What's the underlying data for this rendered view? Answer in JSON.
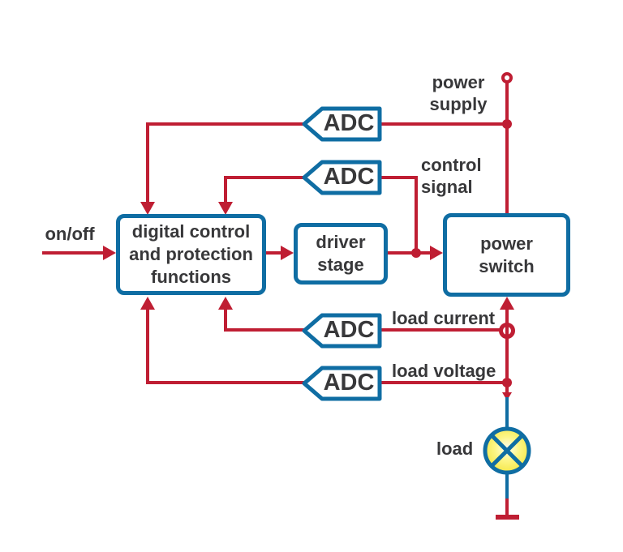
{
  "diagram": {
    "type": "block-diagram",
    "background": "#ffffff",
    "colors": {
      "wire_red": "#bf1e33",
      "shape_blue": "#0f6da3",
      "text_dark": "#38383a",
      "lamp_yellow": "#f3e53e"
    },
    "blocks": {
      "controller": {
        "lines": [
          "digital control",
          "and protection",
          "functions"
        ]
      },
      "driver": {
        "lines": [
          "driver",
          "stage"
        ]
      },
      "power_switch": {
        "lines": [
          "power",
          "switch"
        ]
      },
      "adc": {
        "label": "ADC"
      }
    },
    "labels": {
      "on_off": "on/off",
      "power_supply": [
        "power",
        "supply"
      ],
      "control_signal": [
        "control",
        "signal"
      ],
      "load_current": "load current",
      "load_voltage": "load voltage",
      "load": "load"
    }
  }
}
